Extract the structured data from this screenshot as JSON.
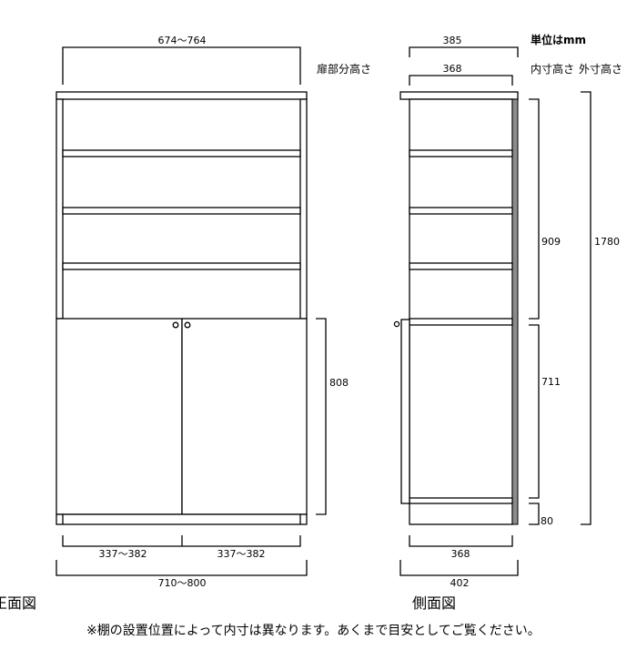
{
  "unit_label": "単位はmm",
  "front": {
    "title": "正面図",
    "door_height_heading": "扉部分高さ",
    "inner_width": "674〜764",
    "door_height": "808",
    "door_width_left": "337〜382",
    "door_width_right": "337〜382",
    "outer_width": "710〜800"
  },
  "side": {
    "title": "側面図",
    "inner_height_heading": "内寸高さ",
    "outer_height_heading": "外寸高さ",
    "top_depth": "385",
    "inner_depth_top": "368",
    "upper_inner_height": "909",
    "lower_inner_height": "711",
    "plinth_height": "80",
    "outer_height": "1780",
    "inner_depth_bottom": "368",
    "outer_depth": "402"
  },
  "note": "※棚の設置位置によって内寸は異なります。あくまで目安としてご覧ください。",
  "colors": {
    "line": "#000000",
    "back_panel": "#8c8c8c"
  }
}
